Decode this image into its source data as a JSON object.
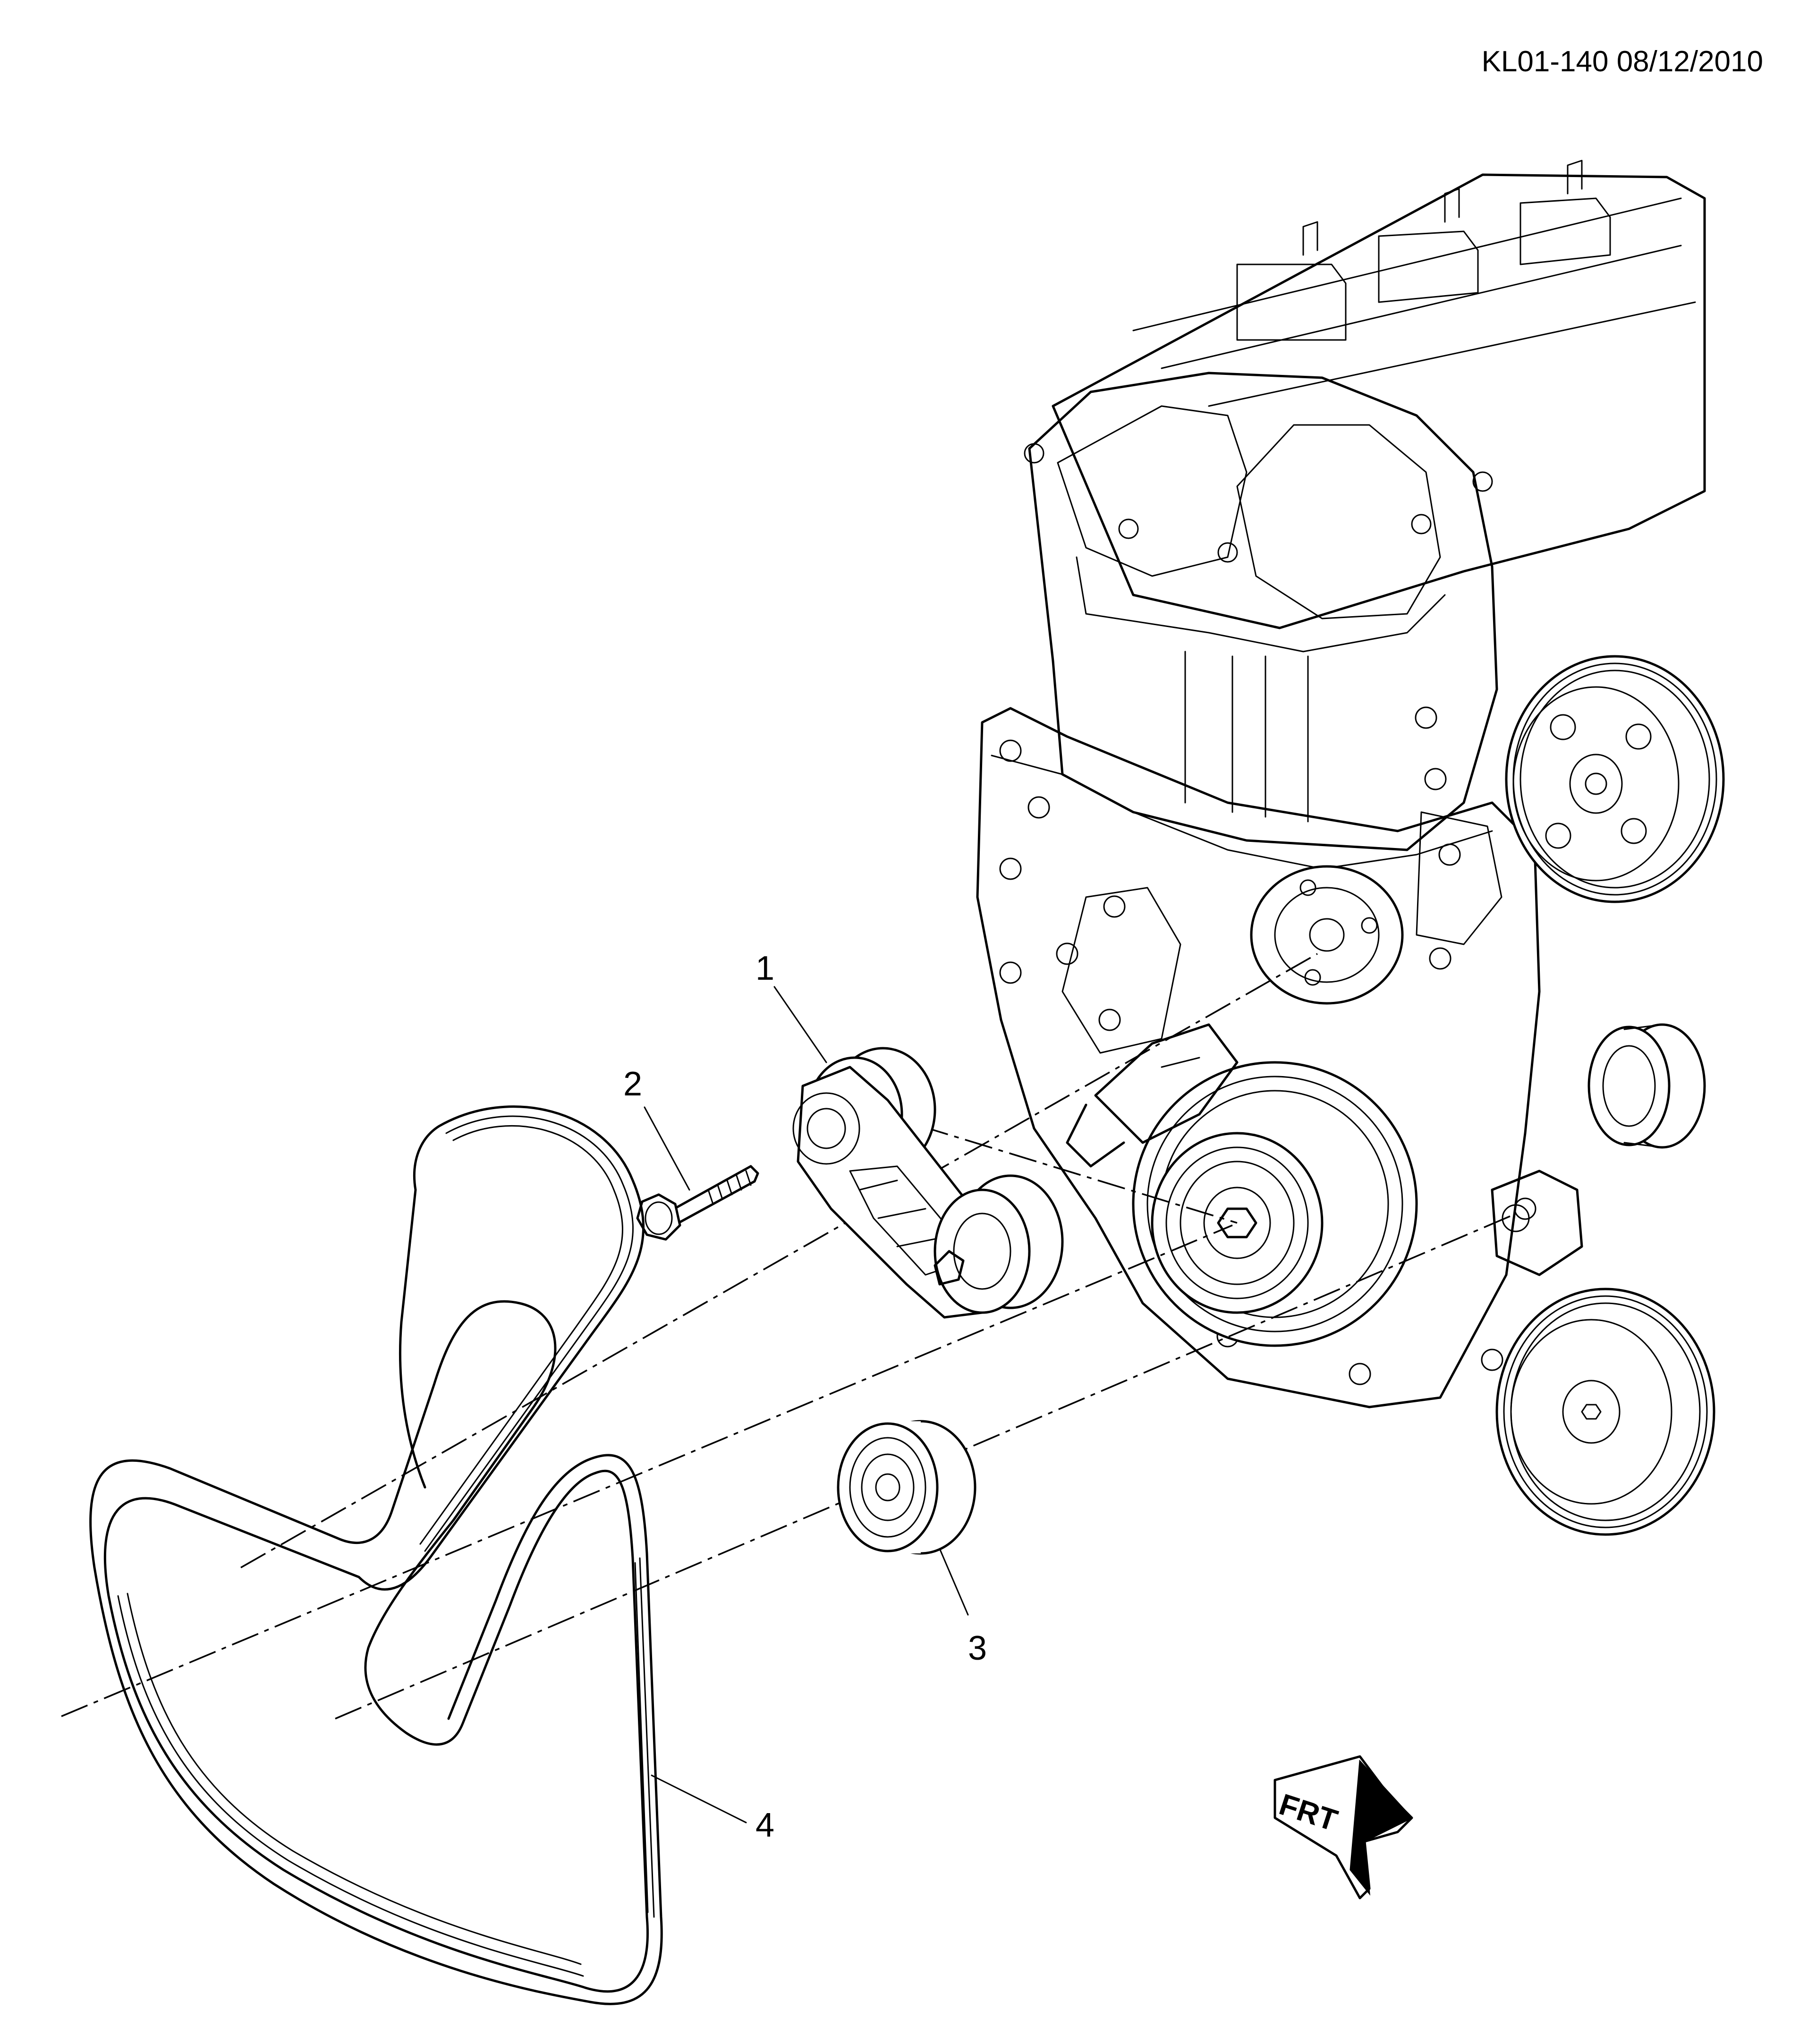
{
  "header": {
    "document_id": "KL01-140 08/12/2010"
  },
  "callouts": [
    {
      "number": "1",
      "part": "drive-belt-tensioner"
    },
    {
      "number": "2",
      "part": "tensioner-bolt"
    },
    {
      "number": "3",
      "part": "idler-pulley"
    },
    {
      "number": "4",
      "part": "serpentine-drive-belt"
    }
  ],
  "orientation_arrow": {
    "label": "FRT"
  }
}
